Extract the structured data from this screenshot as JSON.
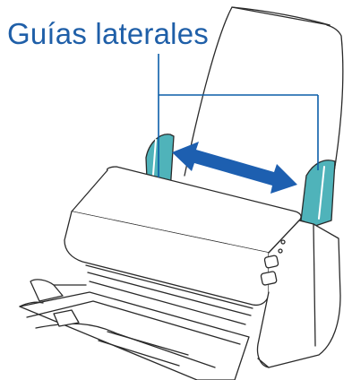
{
  "callout": {
    "label": "Guías laterales"
  },
  "colors": {
    "label_text": "#1f5fa8",
    "leader_line": "#0b5ea8",
    "arrow": "#1d5fb0",
    "guide_teal": "#4fb3ba",
    "outline": "#2a2a2a",
    "paper": "#ffffff"
  },
  "icons": {
    "arrow": "double-headed-arrow",
    "device": "document-scanner"
  }
}
